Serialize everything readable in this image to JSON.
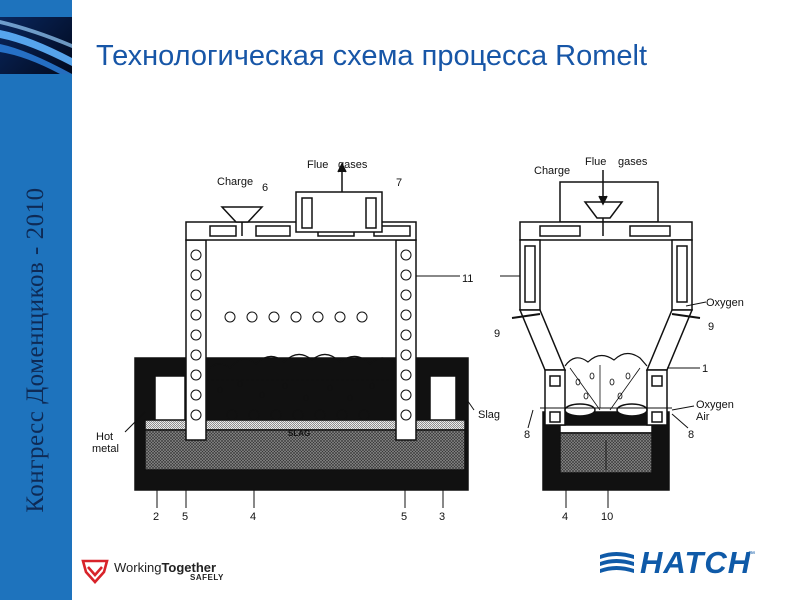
{
  "slide": {
    "title": "Технологическая схема процесса Romelt",
    "sidebar_caption": "Конгресс Доменщиков - 2010"
  },
  "diagram": {
    "left": {
      "charge_label": "Charge",
      "flue_label": "Flue",
      "gases_label": "gases",
      "slag_text": "SLAG",
      "hot_label": "Hot",
      "metal_label": "metal",
      "slag_side_label": "Slag",
      "numbers": {
        "n6": "6",
        "n7": "7",
        "n11": "11",
        "n2": "2",
        "n5a": "5",
        "n4": "4",
        "n5b": "5",
        "n3": "3"
      }
    },
    "right": {
      "charge_label": "Charge",
      "flue_label": "Flue",
      "gases_label": "gases",
      "oxygen_label": "Oxygen",
      "oxygen2_label": "Oxygen",
      "air_label": "Air",
      "numbers": {
        "n9a": "9",
        "n9b": "9",
        "n1": "1",
        "n8a": "8",
        "n8b": "8",
        "n4": "4",
        "n10": "10"
      }
    }
  },
  "footer": {
    "wt_working": "Working",
    "wt_together": "Together",
    "wt_safely": "SAFELY",
    "hatch_name": "HATCH",
    "hatch_tm": "™"
  },
  "colors": {
    "sidebar": "#1e73bd",
    "title": "#1756a7",
    "brand": "#0f5aa8",
    "wt_red": "#d8232a"
  }
}
